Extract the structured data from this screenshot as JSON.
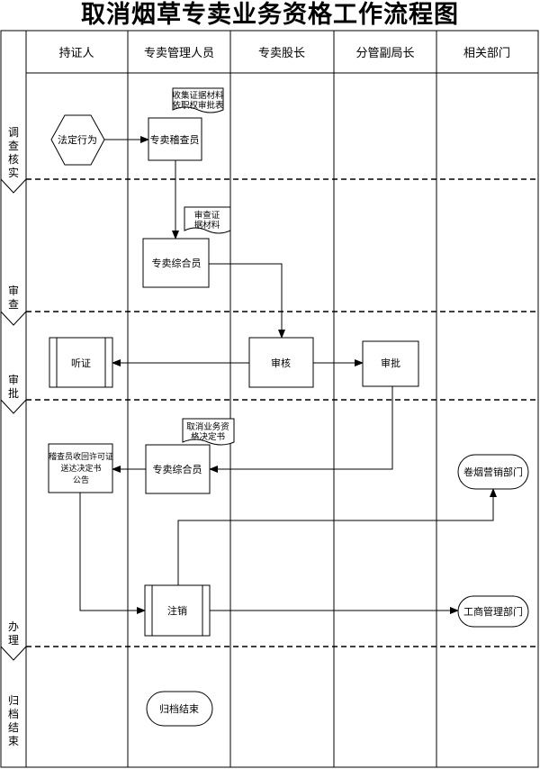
{
  "title": "取消烟草专卖业务资格工作流程图",
  "columns": [
    "持证人",
    "专卖管理人员",
    "专卖股长",
    "分管副局长",
    "相关部门"
  ],
  "stages": [
    [
      "调",
      "查",
      "核",
      "实"
    ],
    [
      "审",
      "查"
    ],
    [
      "审",
      "批"
    ],
    [
      "办",
      "理"
    ],
    [
      "归",
      "档",
      "结",
      "束"
    ]
  ],
  "nodes": {
    "illegal_act": "法定行为",
    "inspector": "专卖稽查员",
    "general_staff_1": "专卖综合员",
    "review": "审核",
    "approve": "审批",
    "hearing": "听证",
    "general_staff_2": "专卖综合员",
    "inspector_action": [
      "稽查员收回许可证",
      "送达决定书",
      "公告"
    ],
    "cancel": "注销",
    "tobacco_marketing": "卷烟营销部门",
    "commerce_dept": "工商管理部门",
    "archive": "归档结束"
  },
  "documents": {
    "collect_evidence": [
      "收集证据材料",
      "依职权审批表"
    ],
    "review_evidence": [
      "审查证",
      "据材料"
    ],
    "cancel_decision": [
      "取消业务资",
      "格决定书"
    ]
  }
}
